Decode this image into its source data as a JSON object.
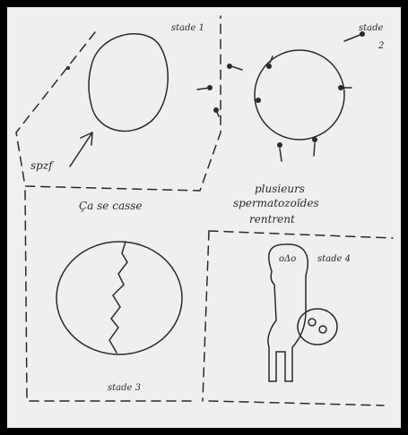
{
  "drawing": {
    "stage1_label": "stade 1",
    "stage2_label_word": "stade",
    "stage2_label_num": "2",
    "stage3_label": "stade 3",
    "stage4_label": "stade 4",
    "breaks_caption": "Ça se casse",
    "caption_line1": "plusieurs",
    "caption_line2": "spermatozoïdes",
    "caption_line3": "rentrent",
    "scribble": "spzf",
    "stage4_face": "oΔo"
  },
  "colors": {
    "ink": "#2a2a2a",
    "paper": "#efefee",
    "frame": "#000000"
  }
}
